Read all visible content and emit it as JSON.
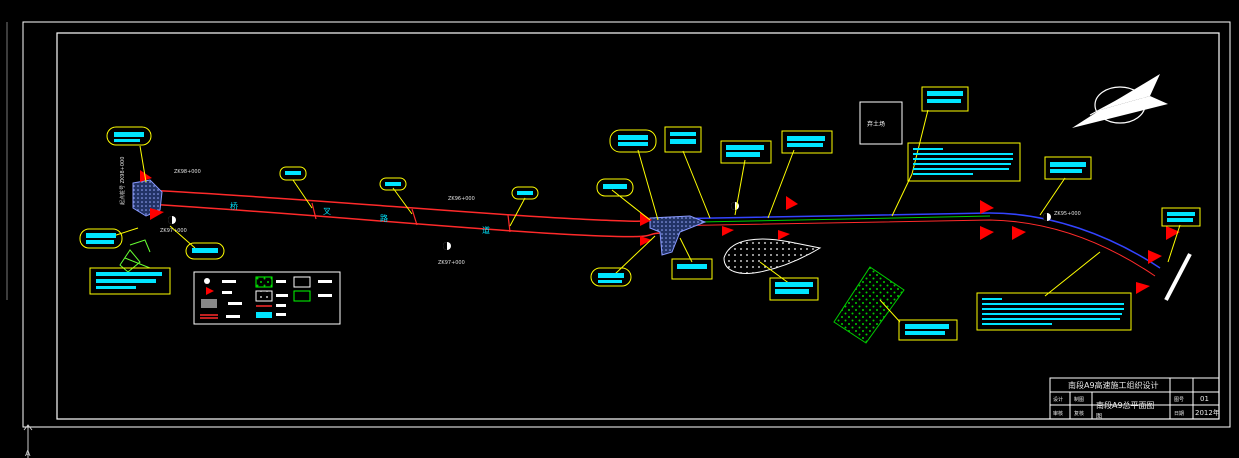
{
  "colors": {
    "background": "#000000",
    "frame": "#ffffff",
    "road_red": "#ff2a2a",
    "road_blue": "#3344ff",
    "label_cyan": "#00e5ff",
    "leader_yellow": "#ffff00",
    "hatch_green": "#00cc00",
    "legend_green": "#00ff00",
    "flag_red": "#ff0000"
  },
  "stations": {
    "s1": "ZK98+000",
    "s2": "ZK97+000",
    "s3": "ZK96+000",
    "s4": "ZK97+000",
    "s5": "ZK95+000"
  },
  "road_marks": {
    "m1": "桥",
    "m2": "叉",
    "m3": "路",
    "m4": "道"
  },
  "left_vertical_label": "起点桩号  ZK98+000",
  "box_label": "弃土场",
  "title_block": {
    "project": "南段A9高速施工组织设计",
    "drawing": "南段A9总平面图",
    "drawing_tail": "图",
    "cell_design": "设计",
    "cell_draw": "制图",
    "cell_check": "审核",
    "cell_review": "复核",
    "sheet_label": "图号",
    "sheet_no": "01",
    "date_label": "日期",
    "year": "2012年"
  },
  "icons": {
    "compass": "north-arrow-icon",
    "flag": "red-flag-icon",
    "station": "station-marker-icon"
  }
}
